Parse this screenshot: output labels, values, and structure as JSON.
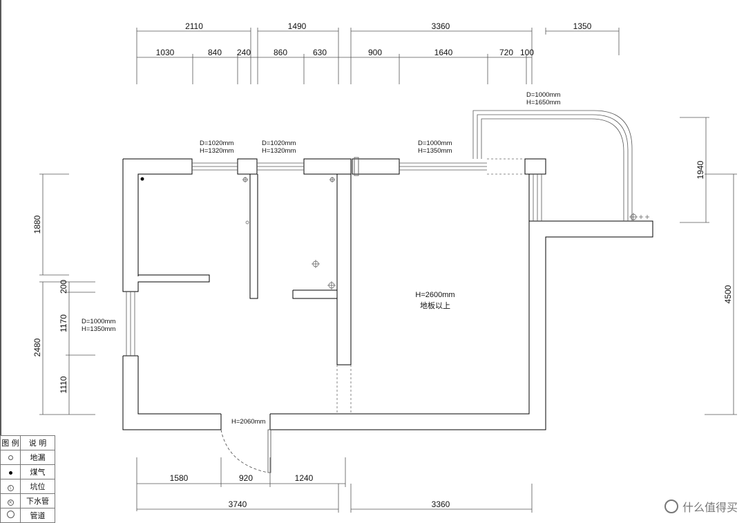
{
  "dimensions": {
    "top_outer": [
      "2110",
      "1490",
      "3360",
      "1350"
    ],
    "top_inner": [
      "1030",
      "840",
      "240",
      "860",
      "630",
      "900",
      "1640",
      "720",
      "100"
    ],
    "bottom_inner": [
      "1580",
      "920",
      "1240"
    ],
    "bottom_outer": [
      "3740",
      "3360"
    ],
    "left_outer": [
      "1880",
      "2480"
    ],
    "left_inner": [
      "200",
      "1170",
      "1110"
    ],
    "right": [
      "1940",
      "4500"
    ]
  },
  "windows": {
    "w1": {
      "d": "D=1020mm",
      "h": "H=1320mm"
    },
    "w2": {
      "d": "D=1020mm",
      "h": "H=1320mm"
    },
    "w3": {
      "d": "D=1000mm",
      "h": "H=1350mm"
    },
    "w4": {
      "d": "D=1000mm",
      "h": "H=1650mm"
    },
    "w5": {
      "d": "D=1000mm",
      "h": "H=1350mm"
    }
  },
  "door": {
    "h": "H=2060mm"
  },
  "room": {
    "height": "H=2600mm",
    "note": "地板以上"
  },
  "legend": {
    "header": [
      "图 例",
      "说 明"
    ],
    "items": [
      "地漏",
      "煤气",
      "坑位",
      "下水管",
      "管道"
    ]
  },
  "watermark": "什么值得买"
}
